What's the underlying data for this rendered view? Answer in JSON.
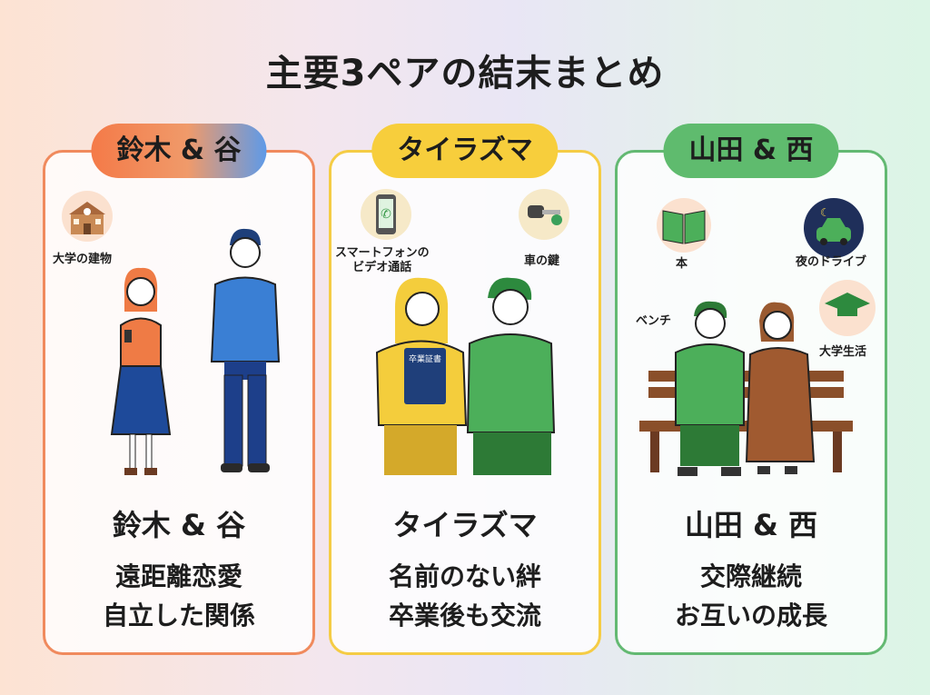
{
  "title": "主要3ペアの結末まとめ",
  "cards": [
    {
      "pill": "鈴木 & 谷",
      "name": "鈴木 & 谷",
      "line1": "遠距離恋愛",
      "line2": "自立した関係",
      "labels": {
        "building": "大学の建物"
      },
      "accent": "#f08a5d"
    },
    {
      "pill": "タイラズマ",
      "name": "タイラズマ",
      "line1": "名前のない絆",
      "line2": "卒業後も交流",
      "labels": {
        "phone": "スマートフォンの",
        "phone2": "ビデオ通話",
        "key": "車の鍵",
        "diploma": "卒業証書"
      },
      "accent": "#f5cc45"
    },
    {
      "pill": "山田 & 西",
      "name": "山田 & 西",
      "line1": "交際継続",
      "line2": "お互いの成長",
      "labels": {
        "book": "本",
        "drive": "夜のドライブ",
        "bench": "ベンチ",
        "campus": "大学生活"
      },
      "accent": "#63b972"
    }
  ]
}
